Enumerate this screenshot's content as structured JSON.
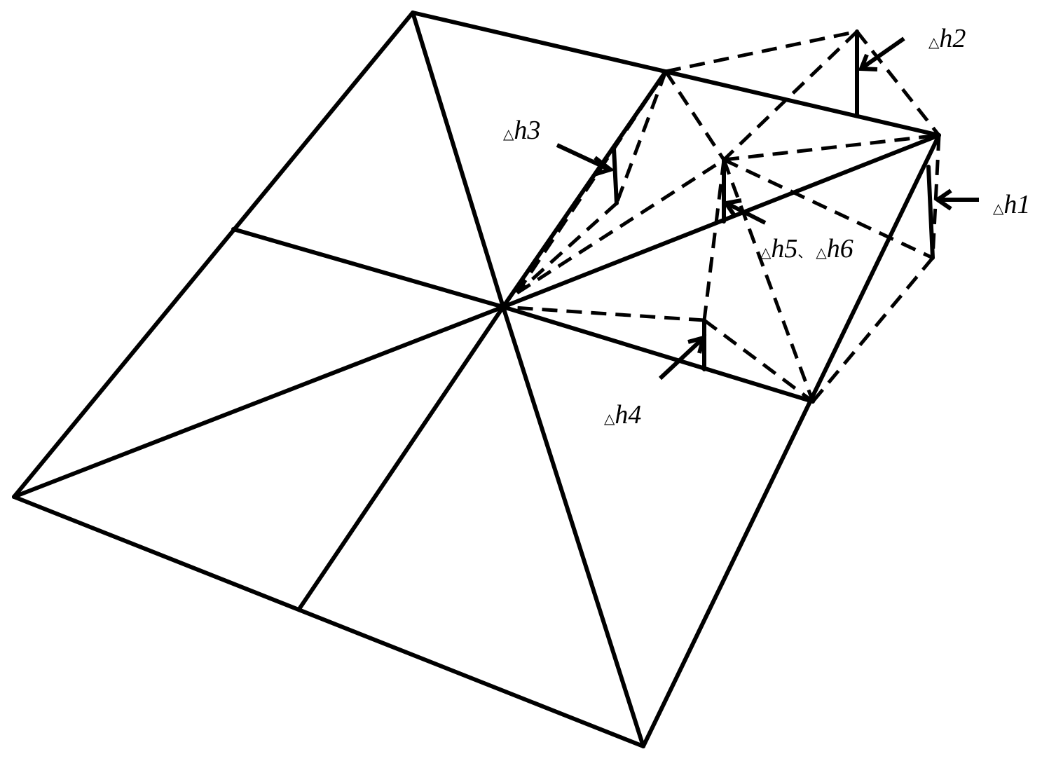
{
  "labels": {
    "h1": {
      "symbol": "△",
      "text": "h1"
    },
    "h2": {
      "symbol": "△",
      "text": "h2"
    },
    "h3": {
      "symbol": "△",
      "text": "h3"
    },
    "h4": {
      "symbol": "△",
      "text": "h4"
    },
    "h56": {
      "symbol": "△",
      "text": "h5",
      "separator": "、",
      "symbol2": "△",
      "text2": "h6"
    }
  }
}
